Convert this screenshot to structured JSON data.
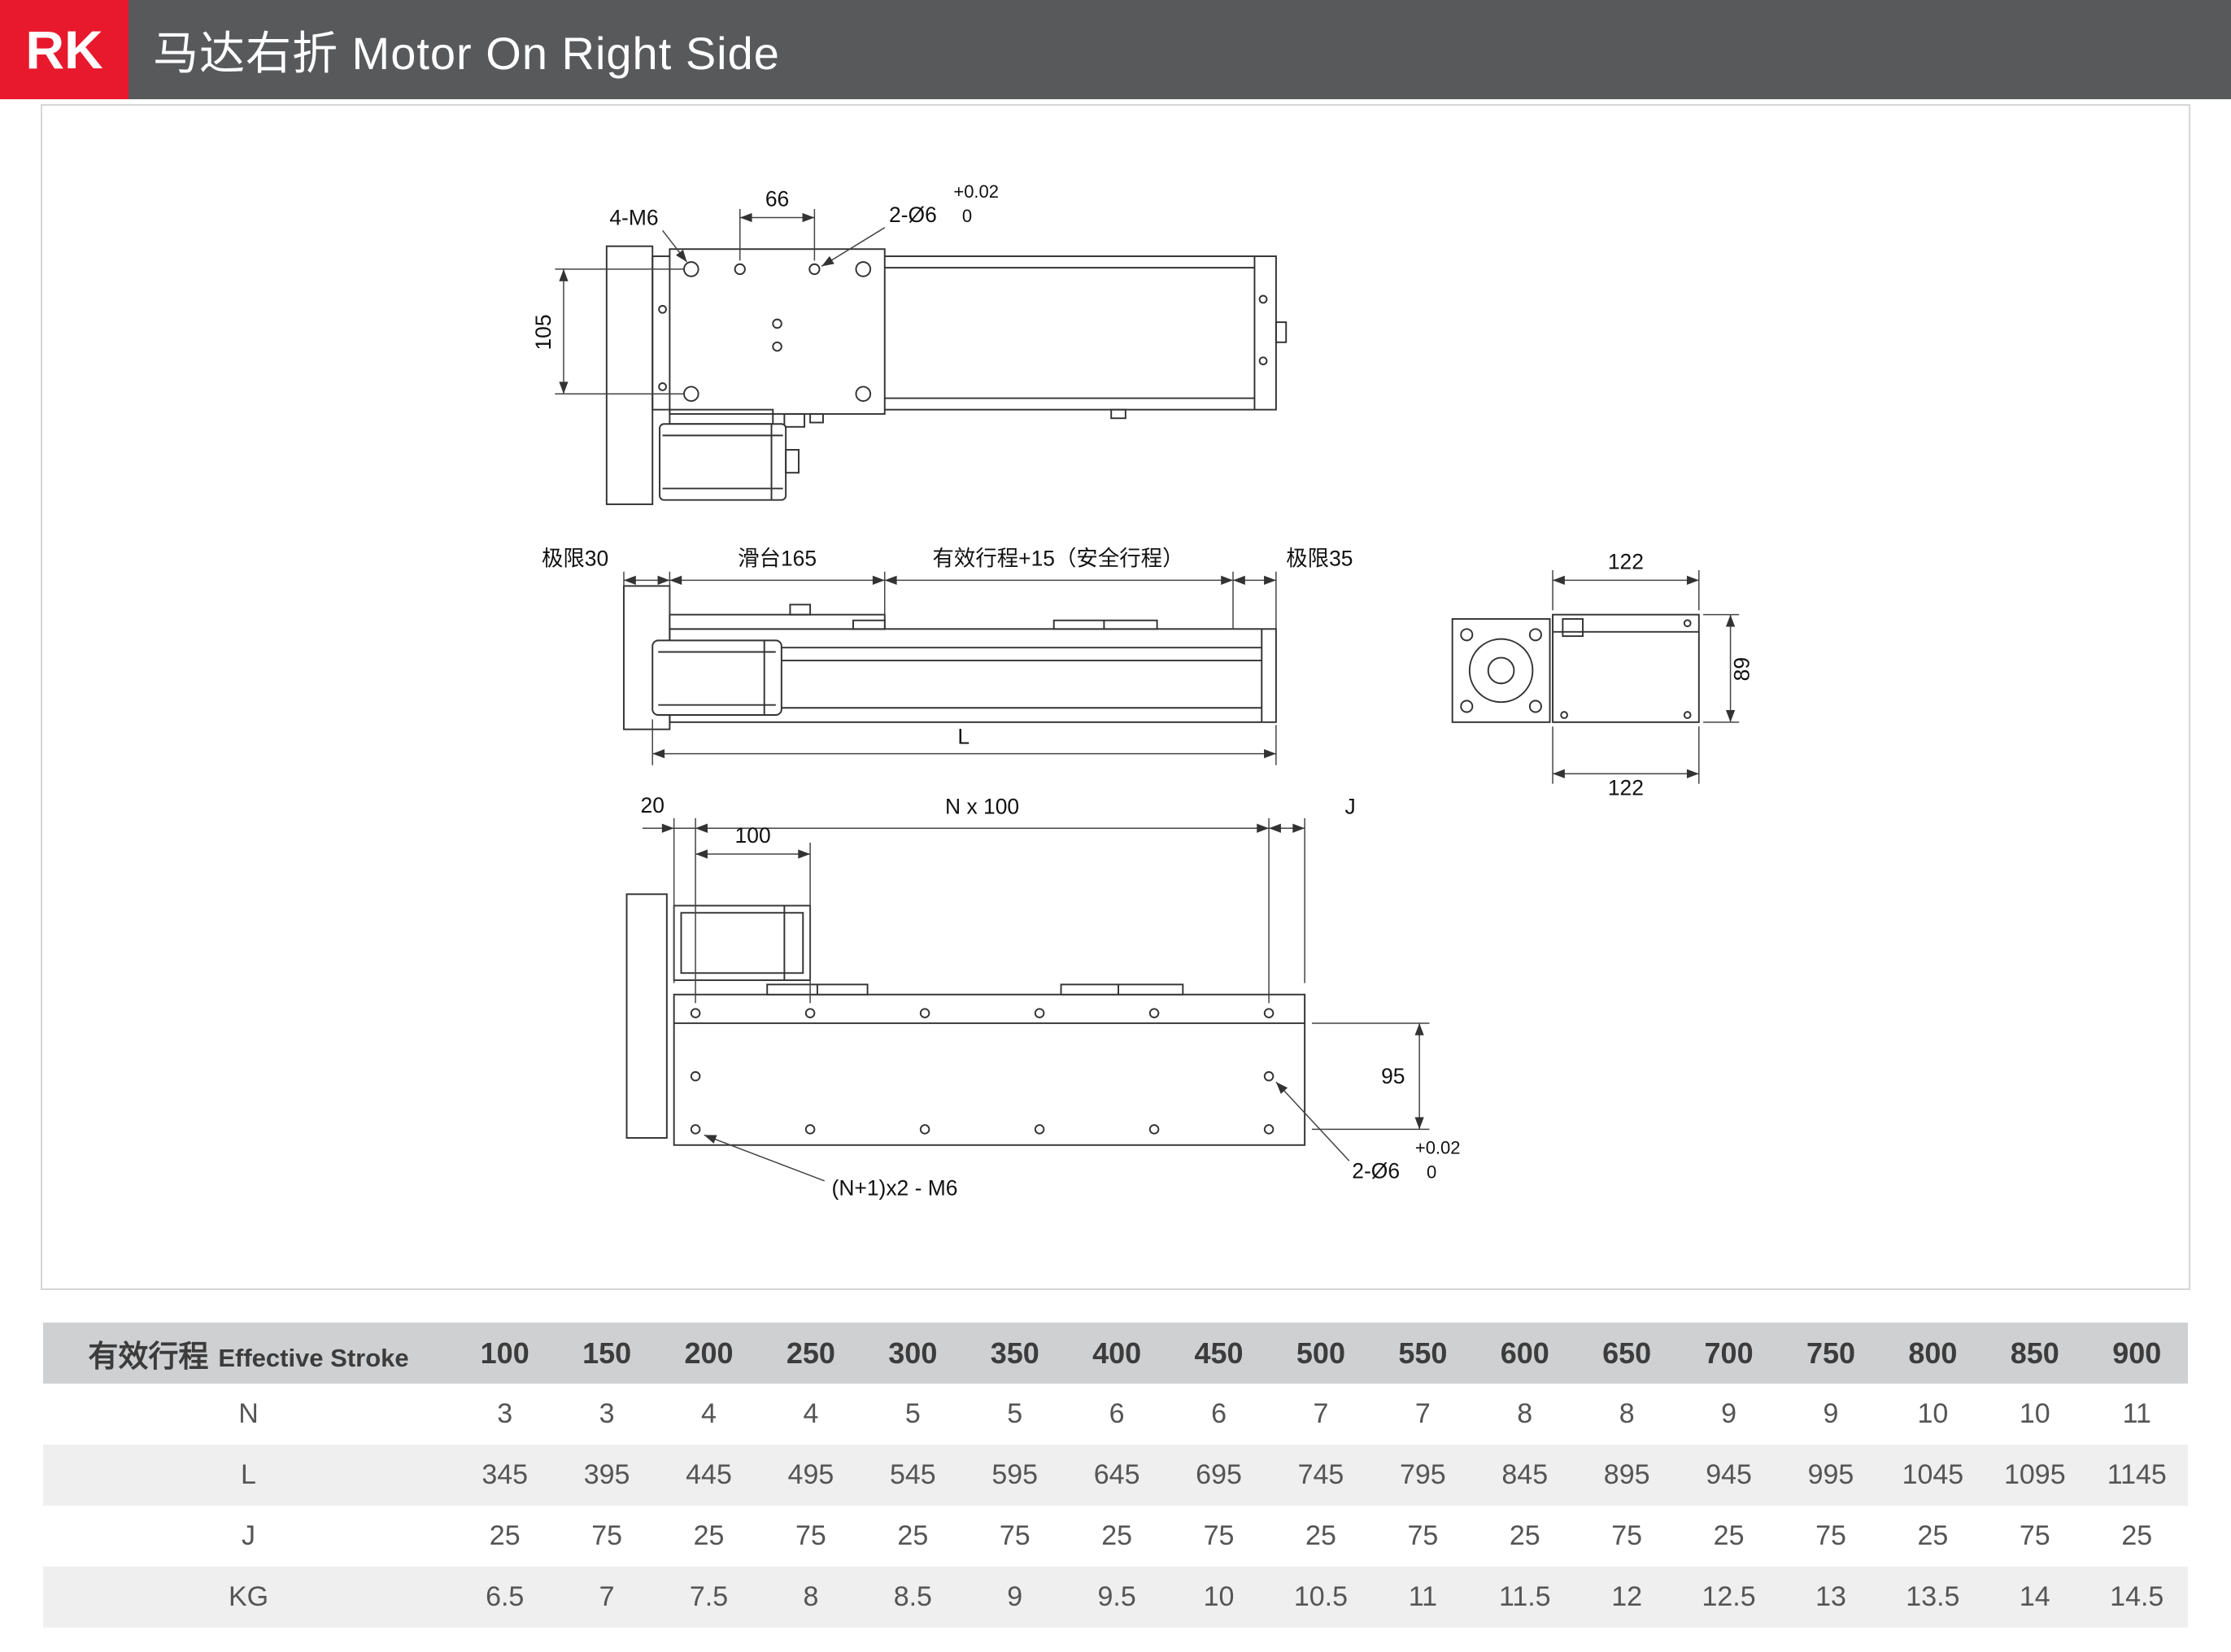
{
  "colors": {
    "brand_red": "#e8192d",
    "header_gray": "#58595b",
    "table_header_bg": "#cfd0d2",
    "table_stripe_bg": "#efeff0"
  },
  "header": {
    "badge": "RK",
    "title": "马达右折 Motor On Right Side"
  },
  "drawing": {
    "top_view": {
      "label_4m6": "4-M6",
      "dim_66": "66",
      "label_2d6": "2-Ø6",
      "tol_plus": "+0.02",
      "tol_zero": "0",
      "dim_105": "105"
    },
    "side_view": {
      "limit_left": "极限30",
      "slider": "滑台165",
      "stroke": "有效行程+15（安全行程）",
      "limit_right": "极限35",
      "dim_L": "L"
    },
    "end_view": {
      "dim_width_top": "122",
      "dim_height": "89",
      "dim_width_bottom": "122"
    },
    "bottom_view": {
      "dim_20": "20",
      "dim_nx100": "N x 100",
      "dim_J": "J",
      "dim_100": "100",
      "dim_95": "95",
      "label_m6": "(N+1)x2 - M6",
      "label_2d6": "2-Ø6",
      "tol_plus": "+0.02",
      "tol_zero": "0"
    }
  },
  "table": {
    "header_label_zh": "有效行程",
    "header_label_en": "Effective Stroke",
    "strokes": [
      "100",
      "150",
      "200",
      "250",
      "300",
      "350",
      "400",
      "450",
      "500",
      "550",
      "600",
      "650",
      "700",
      "750",
      "800",
      "850",
      "900"
    ],
    "rows": [
      {
        "label": "N",
        "values": [
          "3",
          "3",
          "4",
          "4",
          "5",
          "5",
          "6",
          "6",
          "7",
          "7",
          "8",
          "8",
          "9",
          "9",
          "10",
          "10",
          "11"
        ]
      },
      {
        "label": "L",
        "values": [
          "345",
          "395",
          "445",
          "495",
          "545",
          "595",
          "645",
          "695",
          "745",
          "795",
          "845",
          "895",
          "945",
          "995",
          "1045",
          "1095",
          "1145"
        ]
      },
      {
        "label": "J",
        "values": [
          "25",
          "75",
          "25",
          "75",
          "25",
          "75",
          "25",
          "75",
          "25",
          "75",
          "25",
          "75",
          "25",
          "75",
          "25",
          "75",
          "25"
        ]
      },
      {
        "label": "KG",
        "values": [
          "6.5",
          "7",
          "7.5",
          "8",
          "8.5",
          "9",
          "9.5",
          "10",
          "10.5",
          "11",
          "11.5",
          "12",
          "12.5",
          "13",
          "13.5",
          "14",
          "14.5"
        ]
      }
    ]
  }
}
